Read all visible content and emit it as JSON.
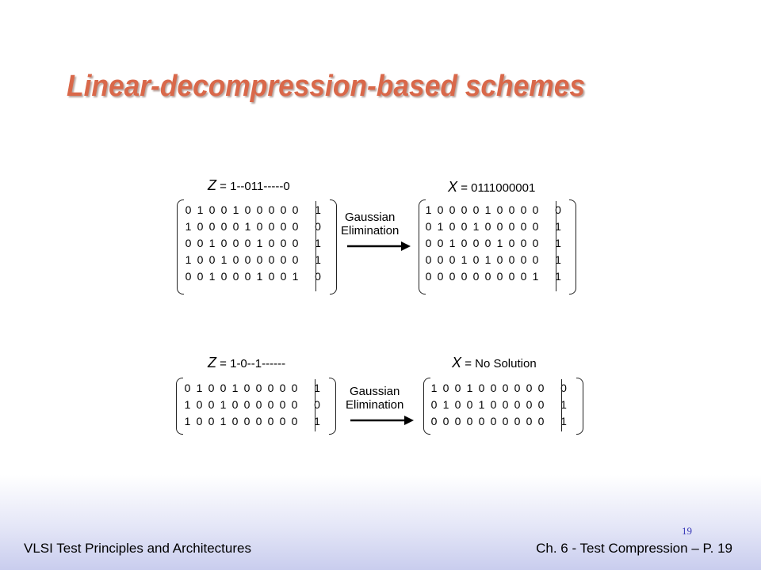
{
  "slide": {
    "title": "Linear-decompression-based schemes",
    "page_number": "19"
  },
  "example1": {
    "z_var": "Z",
    "z_value": "= 1--011-----0",
    "x_var": "X",
    "x_value": "= 0111000001",
    "label_line1": "Gaussian",
    "label_line2": "Elimination",
    "left_matrix": [
      [
        "0",
        "1",
        "0",
        "0",
        "1",
        "0",
        "0",
        "0",
        "0",
        "0"
      ],
      [
        "1",
        "0",
        "0",
        "0",
        "0",
        "1",
        "0",
        "0",
        "0",
        "0"
      ],
      [
        "0",
        "0",
        "1",
        "0",
        "0",
        "0",
        "1",
        "0",
        "0",
        "0"
      ],
      [
        "1",
        "0",
        "0",
        "1",
        "0",
        "0",
        "0",
        "0",
        "0",
        "0"
      ],
      [
        "0",
        "0",
        "1",
        "0",
        "0",
        "0",
        "1",
        "0",
        "0",
        "1"
      ]
    ],
    "left_rhs": [
      "1",
      "0",
      "1",
      "1",
      "0"
    ],
    "right_matrix": [
      [
        "1",
        "0",
        "0",
        "0",
        "0",
        "1",
        "0",
        "0",
        "0",
        "0"
      ],
      [
        "0",
        "1",
        "0",
        "0",
        "1",
        "0",
        "0",
        "0",
        "0",
        "0"
      ],
      [
        "0",
        "0",
        "1",
        "0",
        "0",
        "0",
        "1",
        "0",
        "0",
        "0"
      ],
      [
        "0",
        "0",
        "0",
        "1",
        "0",
        "1",
        "0",
        "0",
        "0",
        "0"
      ],
      [
        "0",
        "0",
        "0",
        "0",
        "0",
        "0",
        "0",
        "0",
        "0",
        "1"
      ]
    ],
    "right_rhs": [
      "0",
      "1",
      "1",
      "1",
      "1"
    ]
  },
  "example2": {
    "z_var": "Z",
    "z_value": "= 1-0--1------",
    "x_var": "X",
    "x_value": "= No Solution",
    "label_line1": "Gaussian",
    "label_line2": "Elimination",
    "left_matrix": [
      [
        "0",
        "1",
        "0",
        "0",
        "1",
        "0",
        "0",
        "0",
        "0",
        "0"
      ],
      [
        "1",
        "0",
        "0",
        "1",
        "0",
        "0",
        "0",
        "0",
        "0",
        "0"
      ],
      [
        "1",
        "0",
        "0",
        "1",
        "0",
        "0",
        "0",
        "0",
        "0",
        "0"
      ]
    ],
    "left_rhs": [
      "1",
      "0",
      "1"
    ],
    "right_matrix": [
      [
        "1",
        "0",
        "0",
        "1",
        "0",
        "0",
        "0",
        "0",
        "0",
        "0"
      ],
      [
        "0",
        "1",
        "0",
        "0",
        "1",
        "0",
        "0",
        "0",
        "0",
        "0"
      ],
      [
        "0",
        "0",
        "0",
        "0",
        "0",
        "0",
        "0",
        "0",
        "0",
        "0"
      ]
    ],
    "right_rhs": [
      "0",
      "1",
      "1"
    ]
  },
  "footer": {
    "left": "VLSI Test Principles and Architectures",
    "right": "Ch. 6 - Test Compression – P. 19"
  }
}
